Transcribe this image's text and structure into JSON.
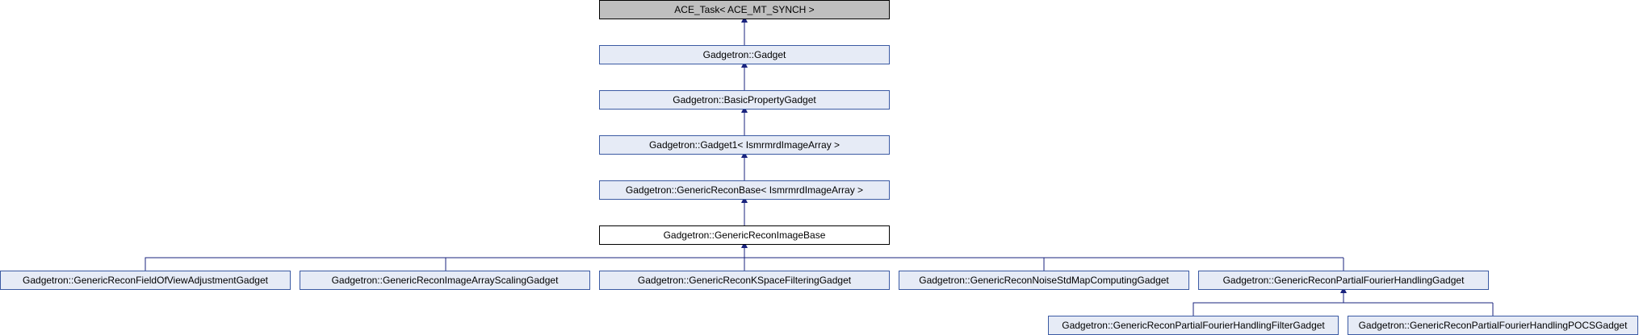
{
  "diagram": {
    "nodes": {
      "ace_task": "ACE_Task< ACE_MT_SYNCH >",
      "gadget": "Gadgetron::Gadget",
      "basic_property_gadget": "Gadgetron::BasicPropertyGadget",
      "gadget1": "Gadgetron::Gadget1< IsmrmrdImageArray >",
      "generic_recon_base": "Gadgetron::GenericReconBase< IsmrmrdImageArray >",
      "generic_recon_image_base": "Gadgetron::GenericReconImageBase",
      "fov_adjustment": "Gadgetron::GenericReconFieldOfViewAdjustmentGadget",
      "image_array_scaling": "Gadgetron::GenericReconImageArrayScalingGadget",
      "kspace_filtering": "Gadgetron::GenericReconKSpaceFilteringGadget",
      "noise_std_map": "Gadgetron::GenericReconNoiseStdMapComputingGadget",
      "partial_fourier_handling": "Gadgetron::GenericReconPartialFourierHandlingGadget",
      "partial_fourier_filter": "Gadgetron::GenericReconPartialFourierHandlingFilterGadget",
      "partial_fourier_pocs": "Gadgetron::GenericReconPartialFourierHandlingPOCSGadget"
    },
    "colors": {
      "node_fill": "#e6ebf6",
      "node_border": "#3b5aa3",
      "external_fill": "#bfbfbf",
      "current_fill": "#ffffff",
      "edge": "#1a237e"
    }
  }
}
